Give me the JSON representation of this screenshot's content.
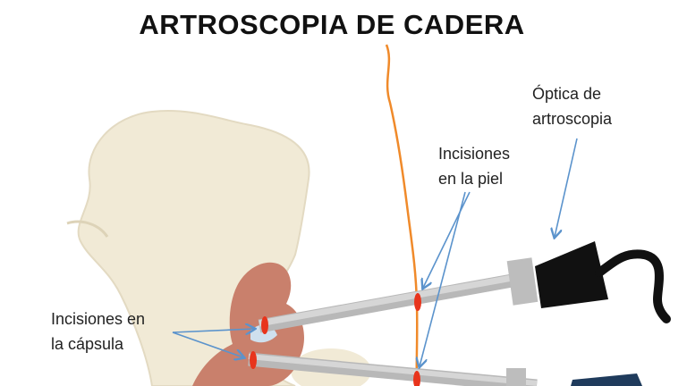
{
  "title": "ARTROSCOPIA DE CADERA",
  "labels": {
    "optic": [
      "Óptica de",
      "artroscopia"
    ],
    "skin_incisions": [
      "Incisiones",
      "en la piel"
    ],
    "capsule_incisions": [
      "Incisiones en",
      "la cápsula"
    ]
  },
  "colors": {
    "bone": "#f1ead6",
    "muscle": "#c9806c",
    "skin_line": "#f08a2a",
    "incision": "#e8341c",
    "arrow": "#5b93cc",
    "rod": "#c8c8c8",
    "scope_head": "#111111"
  }
}
